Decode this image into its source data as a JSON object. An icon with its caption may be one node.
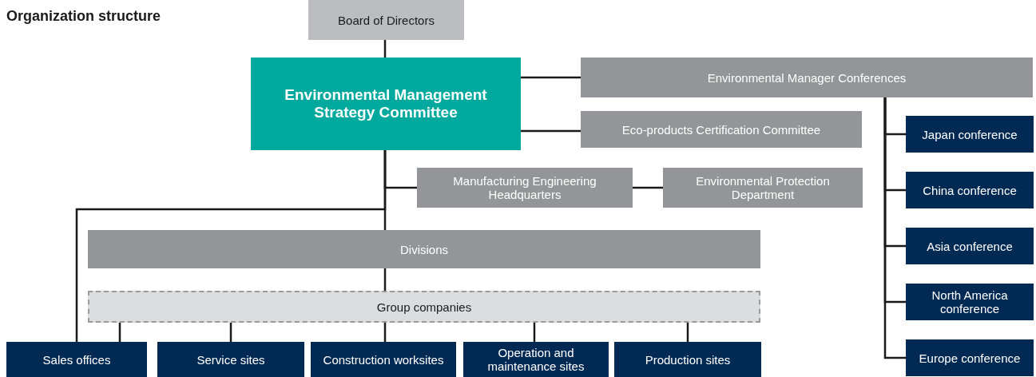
{
  "diagram": {
    "title": "Organization structure",
    "nodes": [
      {
        "text": [
          "Board of Directors"
        ]
      },
      {
        "text": [
          "Environmental Management Strategy Committee"
        ]
      },
      {
        "text": [
          "Environmental Manager Conferences"
        ]
      },
      {
        "text": [
          "Eco-products Certification Committee"
        ]
      },
      {
        "text": [
          "Manufacturing Engineering Headquarters"
        ]
      },
      {
        "text": [
          "Environmental Protection Department"
        ]
      },
      {
        "text": [
          "Divisions"
        ]
      },
      {
        "text": [
          "Group companies"
        ]
      },
      {
        "text": [
          "Sales offices"
        ]
      },
      {
        "text": [
          "Service sites"
        ]
      },
      {
        "text": [
          "Construction worksites"
        ]
      },
      {
        "text": [
          "Operation and maintenance sites"
        ]
      },
      {
        "text": [
          "Production sites"
        ]
      },
      {
        "text": [
          "Japan conference"
        ]
      },
      {
        "text": [
          "China conference"
        ]
      },
      {
        "text": [
          "Asia conference"
        ]
      },
      {
        "text": [
          "North America conference"
        ]
      },
      {
        "text": [
          "Europe conference"
        ]
      }
    ],
    "edges": [
      {
        "from": 0,
        "to": 1,
        "arrow": "none"
      },
      {
        "from": 1,
        "to": 2,
        "arrow": "none"
      },
      {
        "from": 1,
        "to": 3,
        "arrow": "none"
      },
      {
        "from": 1,
        "to": 4,
        "arrow": "none"
      },
      {
        "from": 4,
        "to": 5,
        "arrow": "none"
      },
      {
        "from": 1,
        "to": 6,
        "arrow": "none"
      },
      {
        "from": 1,
        "to": 8,
        "arrow": "none"
      },
      {
        "from": 6,
        "to": 7,
        "arrow": "none"
      },
      {
        "from": 7,
        "to": 8,
        "arrow": "none"
      },
      {
        "from": 7,
        "to": 9,
        "arrow": "none"
      },
      {
        "from": 7,
        "to": 10,
        "arrow": "none"
      },
      {
        "from": 7,
        "to": 11,
        "arrow": "none"
      },
      {
        "from": 7,
        "to": 12,
        "arrow": "none"
      },
      {
        "from": 2,
        "to": 13,
        "arrow": "none"
      },
      {
        "from": 2,
        "to": 14,
        "arrow": "none"
      },
      {
        "from": 2,
        "to": 15,
        "arrow": "none"
      },
      {
        "from": 2,
        "to": 16,
        "arrow": "none"
      },
      {
        "from": 2,
        "to": 17,
        "arrow": "none"
      }
    ]
  }
}
